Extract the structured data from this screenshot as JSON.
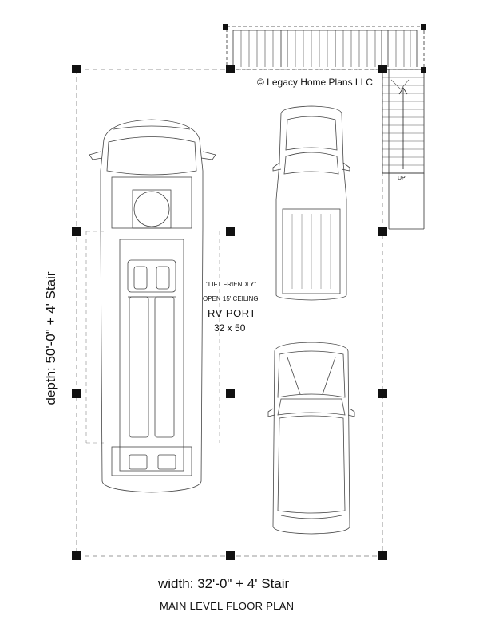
{
  "copyright": "© Legacy Home Plans LLC",
  "stair_label": "UP",
  "annotations": {
    "lift_friendly": "\"LIFT FRIENDLY\"",
    "ceiling": "OPEN 15' CEILING",
    "room_name": "RV PORT",
    "room_size": "32 x 50"
  },
  "dimensions": {
    "width": "width: 32'-0\" + 4' Stair",
    "depth": "depth: 50'-0\" + 4' Stair"
  },
  "plan_title": "MAIN LEVEL FLOOR PLAN",
  "colors": {
    "line": "#222222",
    "light_line": "#555555",
    "post": "#111111",
    "background": "#ffffff"
  }
}
